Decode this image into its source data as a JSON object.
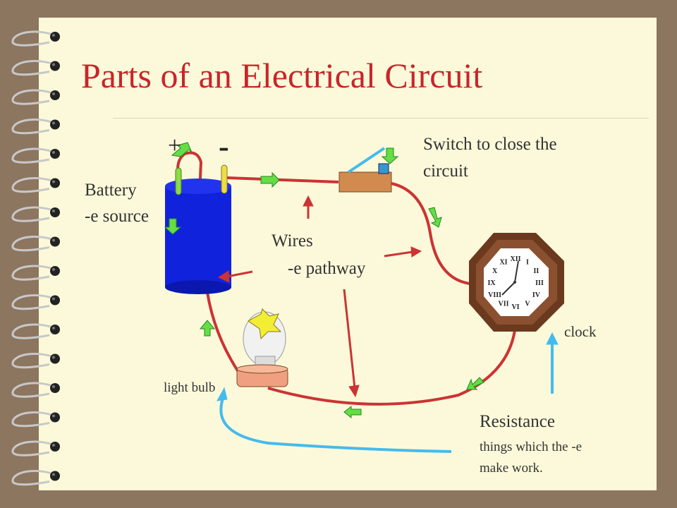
{
  "slide": {
    "title": "Parts of an Electrical Circuit",
    "battery": {
      "plus": "+",
      "minus": "-",
      "line1": "Battery",
      "line2": "-e source"
    },
    "switch": {
      "line1": "Switch to close the",
      "line2": "circuit"
    },
    "wires": {
      "line1": "Wires",
      "line2": "-e pathway"
    },
    "clock_label": "clock",
    "bulb_label": "light bulb",
    "resistance": {
      "heading": "Resistance",
      "line1": "things which the -e",
      "line2": "make work."
    },
    "clock_numerals": [
      "XII",
      "I",
      "II",
      "III",
      "IV",
      "V",
      "VI",
      "VII",
      "VIII",
      "IX",
      "X",
      "XI"
    ]
  },
  "colors": {
    "title": "#C8252A",
    "wire": "#CC3333",
    "arrow_fill": "#66DD44",
    "pointer_blue": "#44BBEE",
    "battery": "#1122DD",
    "background": "#8C7660",
    "page": "#FCF9DA"
  }
}
